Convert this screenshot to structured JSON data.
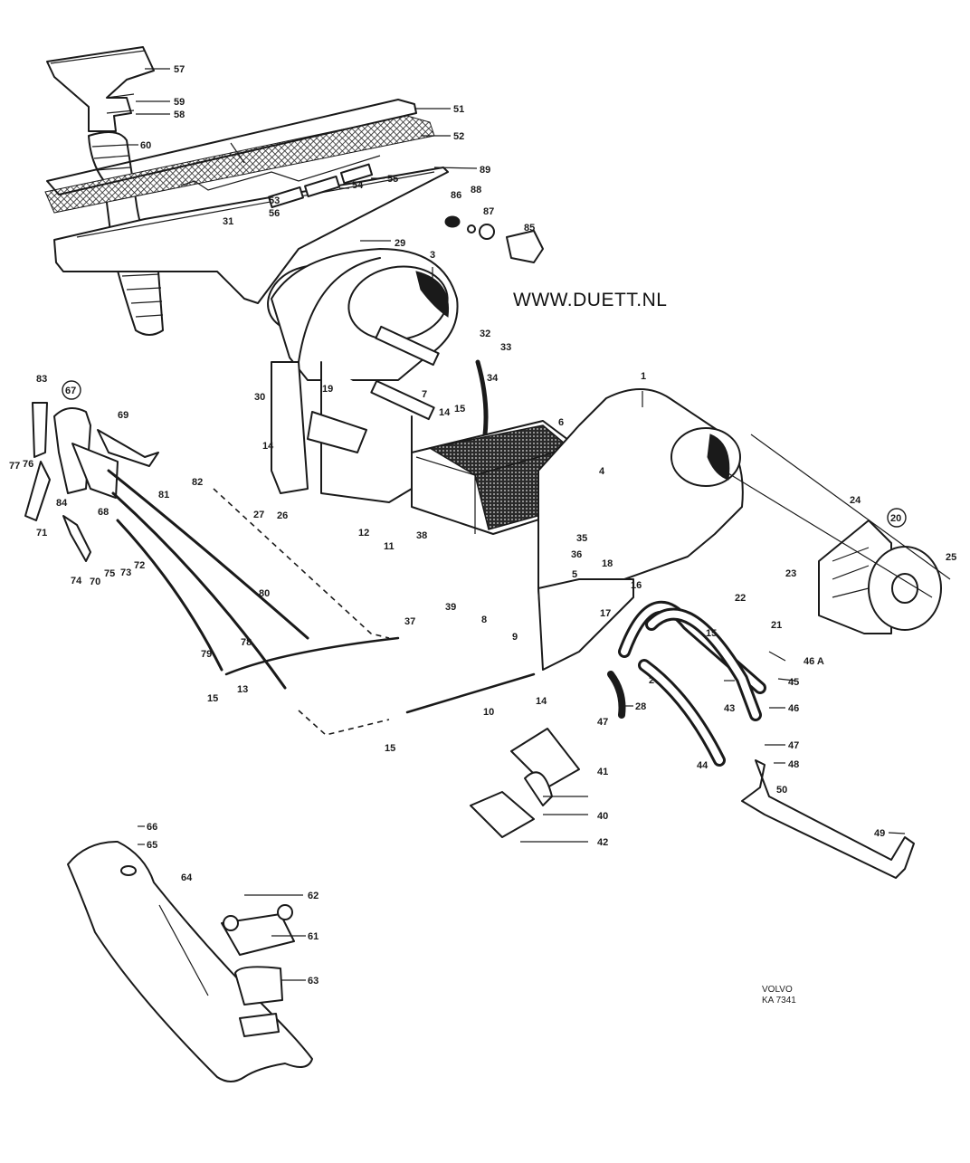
{
  "diagram": {
    "title": "Volvo Duett heater assembly – exploded parts view",
    "watermark": "WWW.DUETT.NL",
    "publisher": "VOLVO",
    "drawing_number": "KA 7341",
    "callouts": [
      {
        "id": "57",
        "label": "57"
      },
      {
        "id": "59",
        "label": "59"
      },
      {
        "id": "58",
        "label": "58"
      },
      {
        "id": "60",
        "label": "60"
      },
      {
        "id": "51",
        "label": "51"
      },
      {
        "id": "52",
        "label": "52"
      },
      {
        "id": "89",
        "label": "89"
      },
      {
        "id": "55",
        "label": "55"
      },
      {
        "id": "54",
        "label": "54"
      },
      {
        "id": "53",
        "label": "53"
      },
      {
        "id": "56",
        "label": "56"
      },
      {
        "id": "31",
        "label": "31"
      },
      {
        "id": "29",
        "label": "29"
      },
      {
        "id": "3",
        "label": "3"
      },
      {
        "id": "86",
        "label": "86"
      },
      {
        "id": "88",
        "label": "88"
      },
      {
        "id": "87",
        "label": "87"
      },
      {
        "id": "85",
        "label": "85"
      },
      {
        "id": "32",
        "label": "32"
      },
      {
        "id": "33",
        "label": "33"
      },
      {
        "id": "34",
        "label": "34"
      },
      {
        "id": "1",
        "label": "1"
      },
      {
        "id": "30",
        "label": "30"
      },
      {
        "id": "19",
        "label": "19"
      },
      {
        "id": "7",
        "label": "7"
      },
      {
        "id": "14a",
        "label": "14"
      },
      {
        "id": "15a",
        "label": "15"
      },
      {
        "id": "6",
        "label": "6"
      },
      {
        "id": "4",
        "label": "4"
      },
      {
        "id": "83",
        "label": "83"
      },
      {
        "id": "67",
        "label": "67",
        "circled": true
      },
      {
        "id": "69",
        "label": "69"
      },
      {
        "id": "77",
        "label": "77"
      },
      {
        "id": "76",
        "label": "76"
      },
      {
        "id": "82",
        "label": "82"
      },
      {
        "id": "81",
        "label": "81"
      },
      {
        "id": "84",
        "label": "84"
      },
      {
        "id": "68",
        "label": "68"
      },
      {
        "id": "71",
        "label": "71"
      },
      {
        "id": "14b",
        "label": "14"
      },
      {
        "id": "27",
        "label": "27"
      },
      {
        "id": "26",
        "label": "26"
      },
      {
        "id": "12",
        "label": "12"
      },
      {
        "id": "11",
        "label": "11"
      },
      {
        "id": "74",
        "label": "74"
      },
      {
        "id": "70",
        "label": "70"
      },
      {
        "id": "75",
        "label": "75"
      },
      {
        "id": "73",
        "label": "73"
      },
      {
        "id": "72",
        "label": "72"
      },
      {
        "id": "38",
        "label": "38"
      },
      {
        "id": "39",
        "label": "39"
      },
      {
        "id": "37",
        "label": "37"
      },
      {
        "id": "35",
        "label": "35"
      },
      {
        "id": "36",
        "label": "36"
      },
      {
        "id": "5",
        "label": "5"
      },
      {
        "id": "8",
        "label": "8"
      },
      {
        "id": "9",
        "label": "9"
      },
      {
        "id": "18",
        "label": "18"
      },
      {
        "id": "16",
        "label": "16"
      },
      {
        "id": "17",
        "label": "17"
      },
      {
        "id": "24",
        "label": "24"
      },
      {
        "id": "20",
        "label": "20",
        "circled": true
      },
      {
        "id": "25",
        "label": "25"
      },
      {
        "id": "23",
        "label": "23"
      },
      {
        "id": "22",
        "label": "22"
      },
      {
        "id": "21",
        "label": "21"
      },
      {
        "id": "46A",
        "label": "46 A"
      },
      {
        "id": "15b",
        "label": "15"
      },
      {
        "id": "45",
        "label": "45"
      },
      {
        "id": "2",
        "label": "2"
      },
      {
        "id": "28",
        "label": "28"
      },
      {
        "id": "43",
        "label": "43"
      },
      {
        "id": "46",
        "label": "46"
      },
      {
        "id": "47a",
        "label": "47"
      },
      {
        "id": "47b",
        "label": "47"
      },
      {
        "id": "44",
        "label": "44"
      },
      {
        "id": "48",
        "label": "48"
      },
      {
        "id": "41",
        "label": "41"
      },
      {
        "id": "50",
        "label": "50"
      },
      {
        "id": "40",
        "label": "40"
      },
      {
        "id": "49",
        "label": "49"
      },
      {
        "id": "42",
        "label": "42"
      },
      {
        "id": "80",
        "label": "80"
      },
      {
        "id": "79",
        "label": "79"
      },
      {
        "id": "78",
        "label": "78"
      },
      {
        "id": "15c",
        "label": "15"
      },
      {
        "id": "13",
        "label": "13"
      },
      {
        "id": "14c",
        "label": "14"
      },
      {
        "id": "10",
        "label": "10"
      },
      {
        "id": "15d",
        "label": "15"
      },
      {
        "id": "66",
        "label": "66"
      },
      {
        "id": "65",
        "label": "65"
      },
      {
        "id": "64",
        "label": "64"
      },
      {
        "id": "62",
        "label": "62"
      },
      {
        "id": "61",
        "label": "61"
      },
      {
        "id": "63",
        "label": "63"
      }
    ]
  }
}
